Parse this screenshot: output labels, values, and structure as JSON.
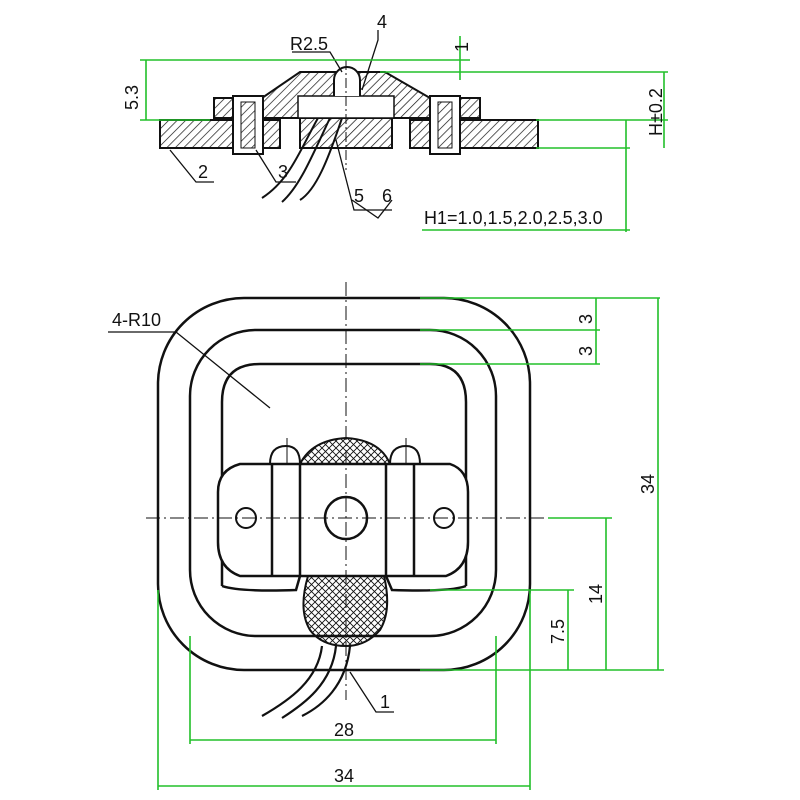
{
  "colors": {
    "dimension": "#22c02a",
    "outline": "#111111",
    "background": "#ffffff"
  },
  "section_view": {
    "labels": {
      "r": "R2.5",
      "item4": "4",
      "item1": "1",
      "item2": "2",
      "item3": "3",
      "item5": "5",
      "item6": "6"
    },
    "dims": {
      "height": "5.3",
      "tolerance": "H±0.2",
      "h1": "H1=1.0,1.5,2.0,2.5,3.0"
    }
  },
  "plan_view": {
    "labels": {
      "radius": "4-R10",
      "item1": "1"
    },
    "dims": {
      "d3a": "3",
      "d3b": "3",
      "h34": "34",
      "d14": "14",
      "d75": "7.5",
      "w28": "28",
      "w34": "34"
    }
  }
}
